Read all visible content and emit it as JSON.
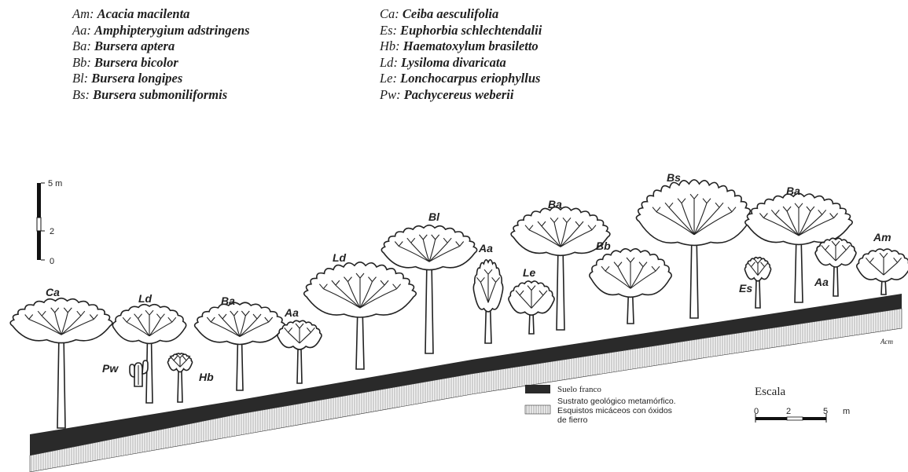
{
  "species_key": {
    "left": [
      {
        "code": "Am",
        "sep": ":",
        "name": "Acacia macilenta"
      },
      {
        "code": "Aa",
        "sep": ":",
        "name": "Amphipterygium adstringens"
      },
      {
        "code": "Ba",
        "sep": ":",
        "name": "Bursera aptera"
      },
      {
        "code": "Bb",
        "sep": ":",
        "name": "Bursera bicolor"
      },
      {
        "code": "Bl",
        "sep": ":",
        "name": "Bursera longipes"
      },
      {
        "code": "Bs",
        "sep": ":",
        "name": "Bursera submoniliformis"
      }
    ],
    "right": [
      {
        "code": "Ca",
        "sep": ":",
        "name": "Ceiba aesculifolia"
      },
      {
        "code": "Es",
        "sep": ":",
        "name": "Euphorbia schlechtendalii"
      },
      {
        "code": "Hb",
        "sep": ":",
        "name": "Haematoxylum brasiletto"
      },
      {
        "code": "Ld",
        "sep": ":",
        "name": "Lysiloma divaricata"
      },
      {
        "code": "Le",
        "sep": ":",
        "name": "Lonchocarpus eriophyllus"
      },
      {
        "code": "Pw",
        "sep": ":",
        "name": "Pachycereus weberii"
      }
    ]
  },
  "vertical_scale": {
    "top": "5 m",
    "mid": "2",
    "bottom": "0"
  },
  "tree_labels": [
    "Ca",
    "Pw",
    "Ld",
    "Hb",
    "Ba",
    "Aa",
    "Ld",
    "Bl",
    "Aa",
    "Le",
    "Ba",
    "Bb",
    "Bs",
    "Es",
    "Ba",
    "Aa",
    "Am"
  ],
  "legend": {
    "soil": "Suelo franco",
    "substrate_line1": "Sustrato geológico metamórfico.",
    "substrate_line2": "Esquistos micáceos con óxidos",
    "substrate_line3": "de fierro"
  },
  "horizontal_scale": {
    "title": "Escala",
    "t0": "0",
    "t2": "2",
    "t5": "5",
    "unit": "m"
  },
  "signature": "Acm",
  "colors": {
    "ink": "#222222",
    "soil": "#2a2a2a",
    "substrate_fill": "#f2f2f2",
    "background": "#ffffff"
  }
}
